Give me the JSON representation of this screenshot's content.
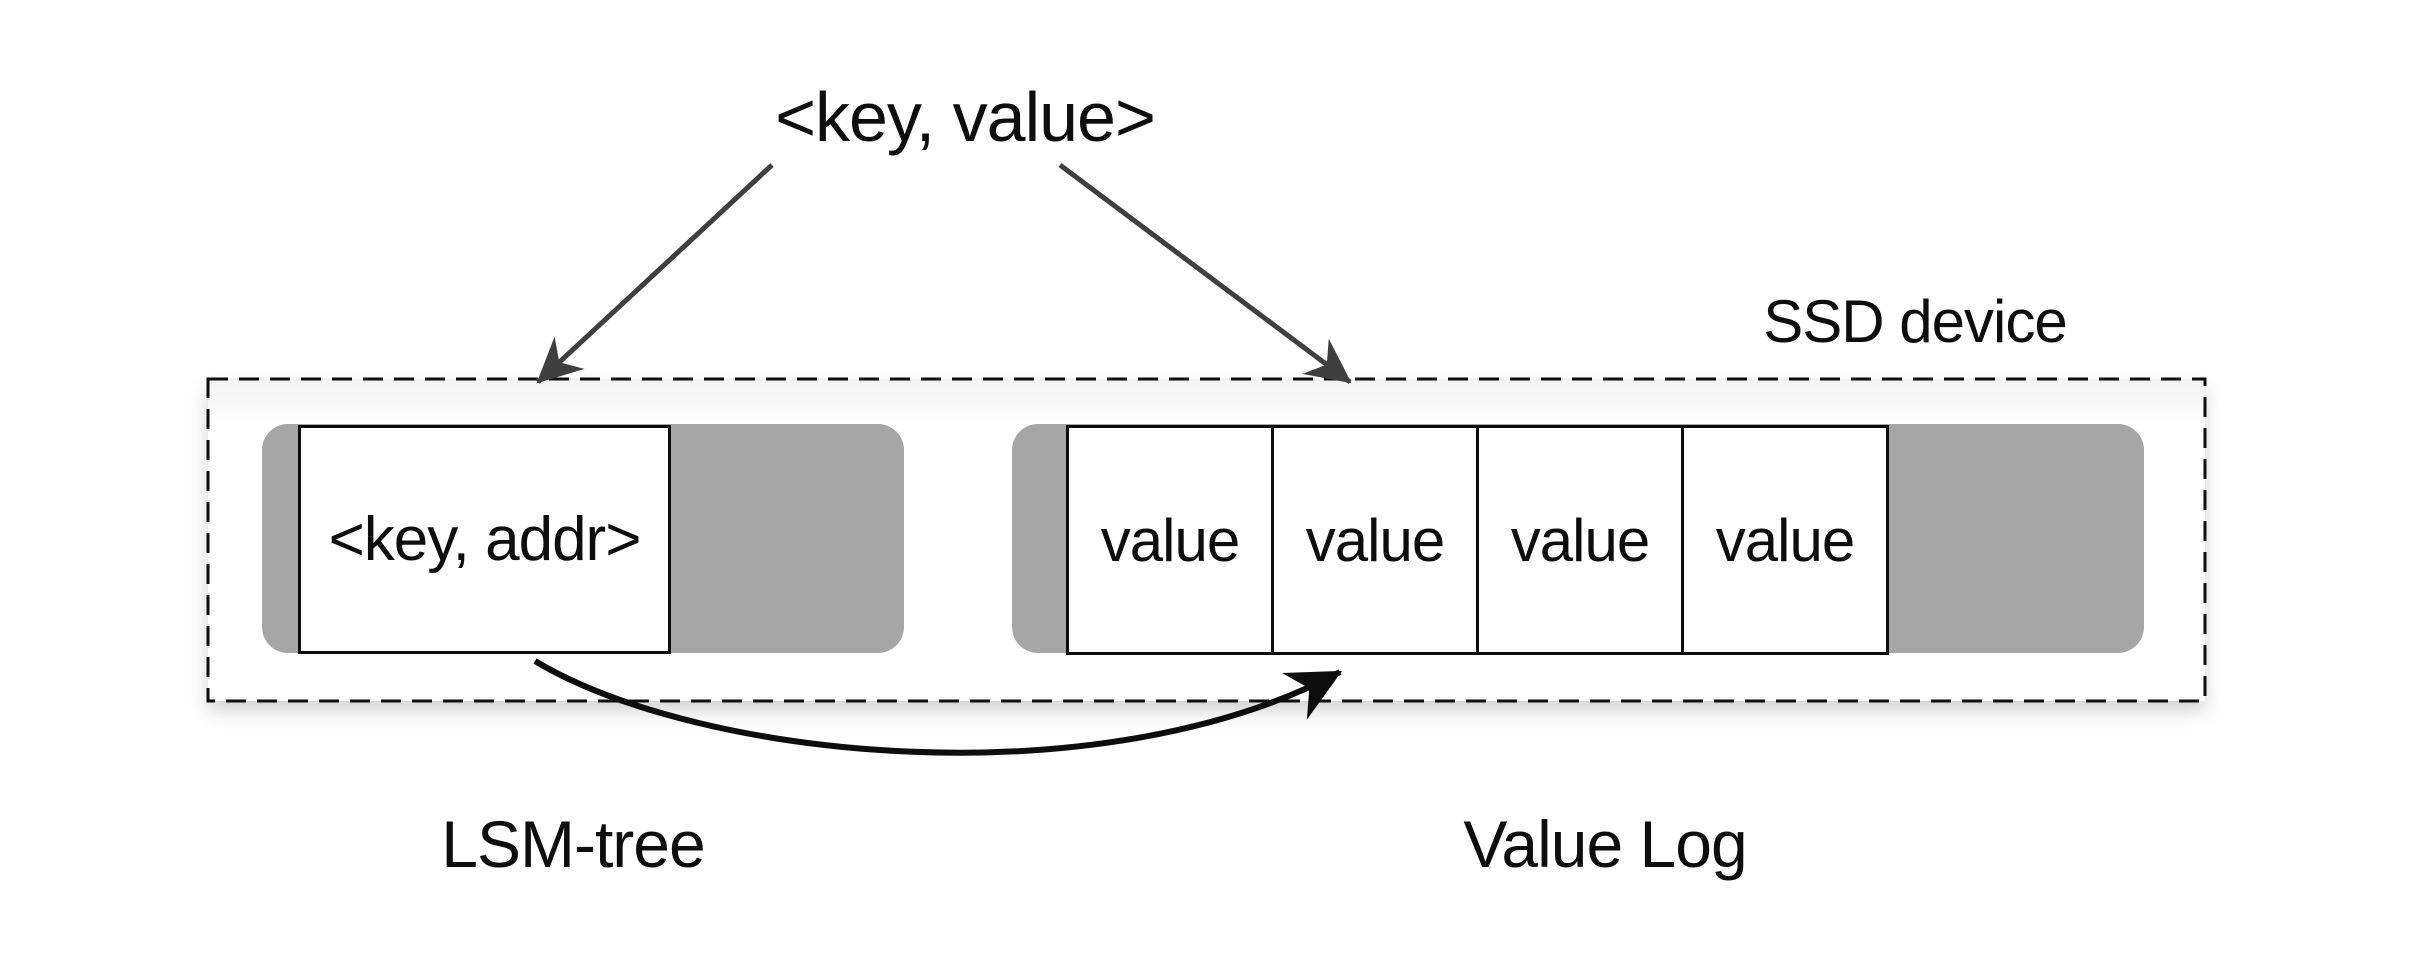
{
  "title": "<key, value>",
  "ssd": {
    "label": "SSD device"
  },
  "lsm": {
    "box_text": "<key, addr>",
    "label": "LSM-tree"
  },
  "value_log": {
    "cells": [
      "value",
      "value",
      "value",
      "value"
    ],
    "label": "Value Log"
  },
  "icons": {
    "down_left_arrow": "arrow from <key,value> into LSM-tree",
    "down_right_arrow": "arrow from <key,value> into Value Log",
    "curved_arrow": "arrow from <key, addr> to value cell"
  },
  "colors": {
    "gray_fill": "#a6a6a6",
    "arrow_gray": "#3f3f3f",
    "ink": "#0d0d0d"
  }
}
